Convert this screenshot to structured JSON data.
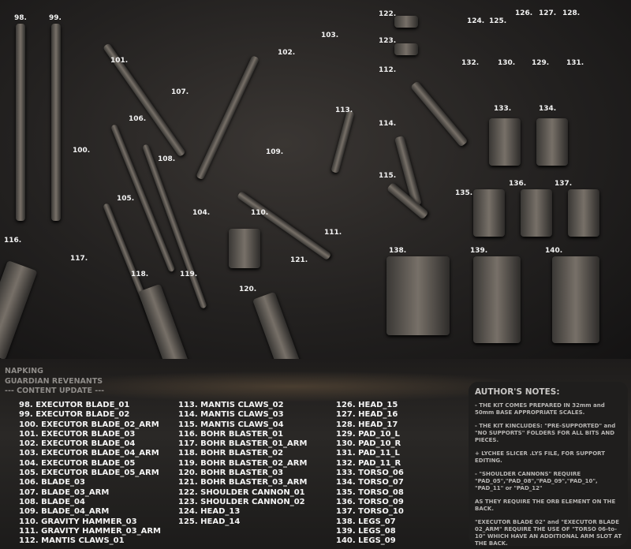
{
  "parts_labels": [
    "98.",
    "99.",
    "100.",
    "101.",
    "102.",
    "103.",
    "104.",
    "105.",
    "106.",
    "107.",
    "108.",
    "109.",
    "110.",
    "111.",
    "112.",
    "113.",
    "114.",
    "115.",
    "116.",
    "117.",
    "118.",
    "119.",
    "120.",
    "121.",
    "122.",
    "123.",
    "124.",
    "125.",
    "126.",
    "127.",
    "128.",
    "129.",
    "130.",
    "131.",
    "132.",
    "133.",
    "134.",
    "135.",
    "136.",
    "137.",
    "138.",
    "139.",
    "140."
  ],
  "header": {
    "brand": "NAPKING",
    "title": "GUARDIAN REVENANTS",
    "subtitle": "--- CONTENT UPDATE ---"
  },
  "list": {
    "col1": [
      "98. EXECUTOR BLADE_01",
      "99. EXECUTOR BLADE_02",
      "100. EXECUTOR BLADE_02_ARM",
      "101. EXECUTOR BLADE_03",
      "102. EXECUTOR BLADE_04",
      "103. EXECUTOR BLADE_04_ARM",
      "104. EXECUTOR BLADE_05",
      "105. EXECUTOR BLADE_05_ARM",
      "106. BLADE_03",
      "107. BLADE_03_ARM",
      "108. BLADE_04",
      "109. BLADE_04_ARM",
      "110. GRAVITY HAMMER_03",
      "111. GRAVITY HAMMER_03_ARM",
      "112. MANTIS CLAWS_01"
    ],
    "col2": [
      "113. MANTIS CLAWS_02",
      "114. MANTIS CLAWS_03",
      "115. MANTIS CLAWS_04",
      "116. BOHR BLASTER_01",
      "117. BOHR BLASTER_01_ARM",
      "118. BOHR BLASTER_02",
      "119. BOHR BLASTER_02_ARM",
      "120. BOHR BLASTER_03",
      "121. BOHR BLASTER_03_ARM",
      "122. SHOULDER CANNON_01",
      "123. SHOULDER CANNON_02",
      "124. HEAD_13",
      "125. HEAD_14"
    ],
    "col3": [
      "126. HEAD_15",
      "127. HEAD_16",
      "128. HEAD_17",
      "129. PAD_10_L",
      "130. PAD_10_R",
      "131. PAD_11_L",
      "132. PAD_11_R",
      "133.  TORSO_06",
      "134. TORSO_07",
      "135. TORSO_08",
      "136. TORSO_09",
      "137. TORSO_10",
      "138. LEGS_07",
      "139. LEGS_08",
      "140. LEGS_09"
    ]
  },
  "notes": {
    "title": "AUTHOR'S NOTES:",
    "paragraphs": [
      "- THE KIT COMES PREPARED IN 32mm and 50mm BASE APPROPRIATE SCALES.",
      "- THE KIT KINCLUDES: \"PRE-SUPPORTED\" and \"NO SUPPORTS\" FOLDERS FOR ALL BITS AND PIECES.",
      "+ LYCHEE SLICER .LYS FILE, FOR SUPPORT EDITING.",
      "- \"SHOULDER CANNONS\" REQUIRE \"PAD_05\",\"PAD_08\",\"PAD_09\",\"PAD_10\", \"PAD_11\" or \"PAD_12\"",
      "AS THEY REQUIRE THE ORB ELEMENT ON THE BACK.",
      "\"EXECUTOR BLADE 02\" and \"EXECUTOR BLADE 02_ARM\" REQUIRE THE USE OF \"TORSO 06-to-10\" WHICH HAVE AN ADDITIONAL ARM SLOT AT THE BACK."
    ]
  }
}
